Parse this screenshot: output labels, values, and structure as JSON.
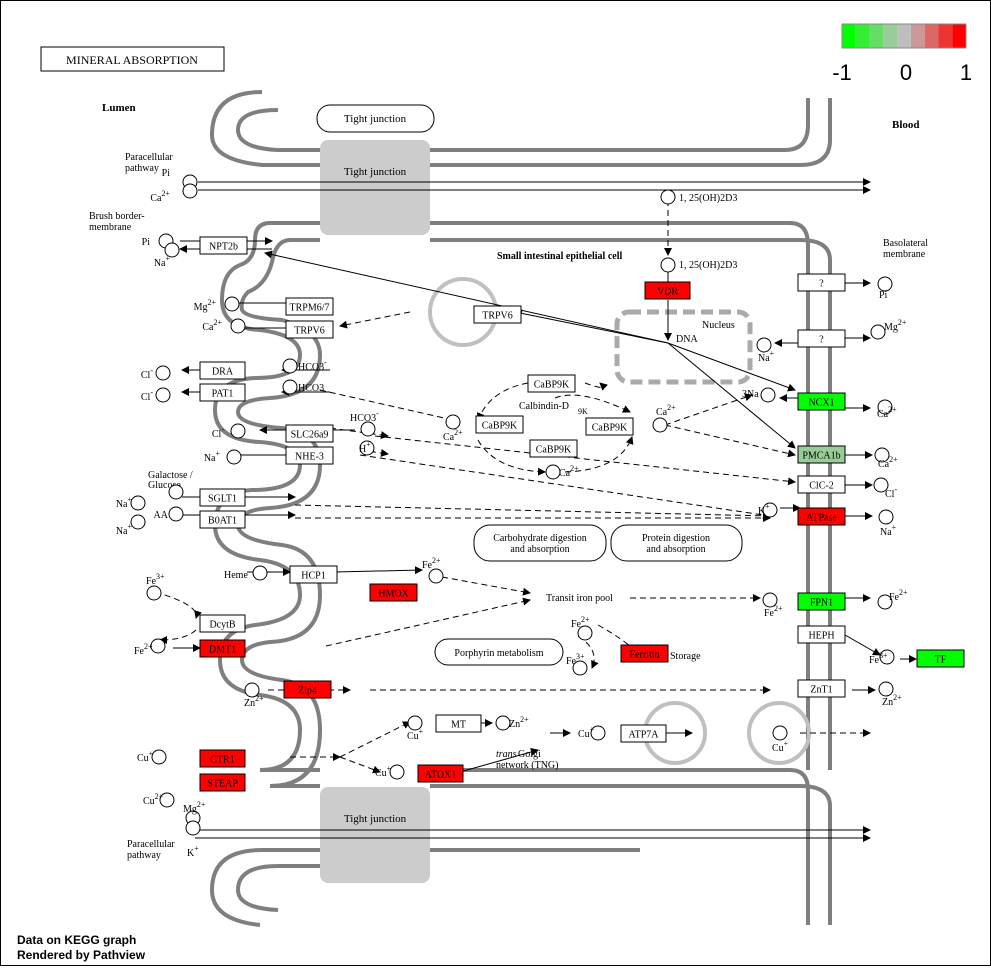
{
  "title": "MINERAL ABSORPTION",
  "regions": {
    "lumen": "Lumen",
    "blood": "Blood"
  },
  "labels": {
    "tight_top_small": "Tight junction",
    "tight_top_big": "Tight junction",
    "tight_bottom": "Tight junction",
    "paracellular_top": [
      "Paracellular",
      "pathway"
    ],
    "paracellular_bottom": [
      "Paracellular",
      "pathway"
    ],
    "brush": [
      "Brush border-",
      "membrane"
    ],
    "basolateral": [
      "Basolateral",
      "membrane"
    ],
    "cell": "Small intestinal epithelial cell",
    "nucleus": "Nucleus",
    "dna": "DNA",
    "calbindin": "Calbindin-D",
    "calbindin_sub": "9K",
    "galactose": [
      "Galactose /",
      "Glucose"
    ],
    "carb": [
      "Carbohydrate digestion",
      "and absorption"
    ],
    "protein": [
      "Protein digestion",
      "and absorption"
    ],
    "transit": "Transit iron pool",
    "storage": "Storage",
    "porphyrin": "Porphyrin metabolism",
    "heme": "Heme",
    "golgi_italic": "trans",
    "golgi": [
      "Golgi",
      "network (TNG)"
    ],
    "vitd": "1, 25(OH)2D3",
    "threena": "3Na"
  },
  "legend": {
    "ticks": [
      "-1",
      "0",
      "1"
    ],
    "colors": [
      "#00ff00",
      "#33ee33",
      "#66dd66",
      "#99cc99",
      "#bebebe",
      "#cc9999",
      "#dd6666",
      "#ee3333",
      "#ff0000"
    ]
  },
  "genes": {
    "NPT2b": "NPT2b",
    "TRPM67": "TRPM6/7",
    "TRPV6a": "TRPV6",
    "TRPV6b": "TRPV6",
    "DRA": "DRA",
    "PAT1": "PAT1",
    "SLC26a9": "SLC26a9",
    "NHE3": "NHE-3",
    "SGLT1": "SGLT1",
    "B0AT1": "B0AT1",
    "HCP1": "HCP1",
    "HMOX": "HMOX",
    "DcytB": "DcytB",
    "DMT1": "DMT1",
    "Zip4": "Zip4",
    "CTR1": "CTR1",
    "STEAP": "STEAP",
    "MT": "MT",
    "ATOX1": "ATOX1",
    "ATP7A": "ATP7A",
    "VDR": "VDR",
    "CaBP9K1": "CaBP9K",
    "CaBP9K2": "CaBP9K",
    "CaBP9K3": "CaBP9K",
    "CaBP9K4": "CaBP9K",
    "Q1": "?",
    "Q2": "?",
    "NCX1": "NCX1",
    "PMCA1b": "PMCA1b",
    "ClC2": "ClC-2",
    "ATPase": "ATPase",
    "FPN1": "FPN1",
    "HEPH": "HEPH",
    "TF": "TF",
    "ZnT1": "ZnT1",
    "Ferritin": "Ferritin"
  },
  "compounds": {
    "Pi": "Pi",
    "Ca": "Ca",
    "Mg": "Mg",
    "Na": "Na",
    "Cl": "Cl",
    "K": "K",
    "Fe": "Fe",
    "Zn": "Zn",
    "Cu": "Cu",
    "HCO3": "HCO3",
    "H": "H",
    "AA": "AA"
  },
  "footer": [
    "Data on KEGG graph",
    "Rendered by Pathview"
  ]
}
